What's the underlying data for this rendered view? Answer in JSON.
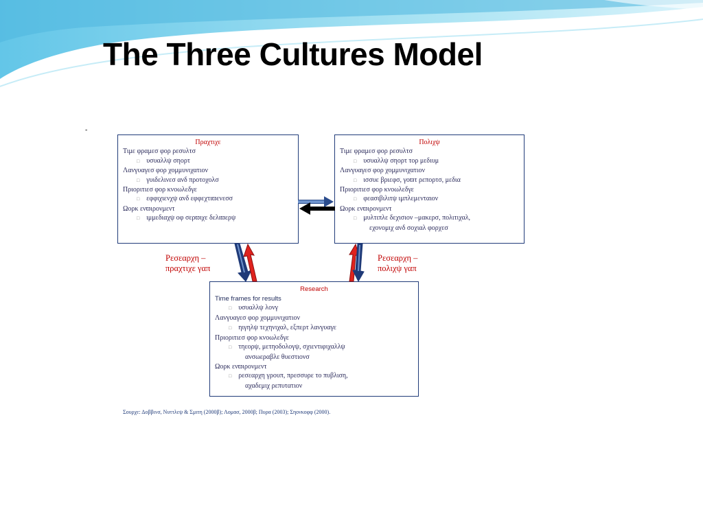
{
  "slide": {
    "title": "The Three Cultures Model",
    "dot": "-"
  },
  "boxes": {
    "practice": {
      "title": "Πραχτιχε",
      "lines": [
        "Τιμε φραμεσ φορ ρεσυλτσ",
        "υσυαλλψ σηορτ",
        "Λανγυαγεσ φορ χομμυνιχατιον",
        "γυιδελινεσ ανδ προτοχολσ",
        "Πριοριτιεσ φορ κνοωλεδγε",
        "εφφιχιενχψ ανδ εφφεχτιϖενεσσ",
        "Ωορκ ενϖιρονμεντ",
        "ιμμεδιαχψ οφ σερϖιχε δελιϖερψ"
      ]
    },
    "policy": {
      "title": "Πολιχψ",
      "lines": [
        "Τιμε φραμεσ φορ ρεσυλτσ",
        "υσυαλλψ σηορτ τορ μεδιυμ",
        "Λανγυαγεσ φορ χομμυνιχατιον",
        "ισσυε βριεφσ, γοϖτ ρεπορτσ, μεδια",
        "Πριοριτιεσ φορ κνοωλεδγε",
        "φεασιβιλιτψ ιμπλεμενταιον",
        "Ωορκ ενϖιρονμεντ",
        "μυλτιπλε δεχισιον –μακερσ, πολιτιχαλ,",
        "εχονομιχ ανδ σοχιαλ φορχεσ"
      ]
    },
    "research": {
      "title": "Research",
      "subtitle": "Time frames for results",
      "lines": [
        "υσυαλλψ λονγ",
        "Λανγυαγεσ φορ χομμυνιχατιον",
        "ηιγηλψ τεχηνιχαλ, εξπερτ λανγυαγε",
        "Πριοριτιεσ φορ κνοωλεδγε",
        "τηεορψ, μετηοδολογψ, σχιεντιφιχαλλψ",
        "ανσωεραβλε θυεστιονσ",
        "Ωορκ ενϖιρονμεντ",
        "ρεσεαρχη γρουπ, πρεσσυρε το πυβλιση,",
        "αχαδεμιχ ρεπυτατιον"
      ]
    }
  },
  "labels": {
    "research_practice": [
      "Ρεσεαρχη –",
      "πραχτιχε γαπ"
    ],
    "research_policy": [
      "Ρεσεαρχη –",
      "πολιχψ γαπ"
    ]
  },
  "source": "Σουρχε: Δοββινσ, Νυττλεψ & Σμιτη (2000β); Λομασ, 2000β; Πυρα (2003); Σηονκοφφ (2000).",
  "colors": {
    "border": "#1f3a78",
    "heading_red": "#c00000",
    "arrow_blue": "#2b4c8c",
    "arrow_red": "#e0231e",
    "wave_light": "#9bdcef",
    "wave_mid": "#5ec8e6"
  }
}
